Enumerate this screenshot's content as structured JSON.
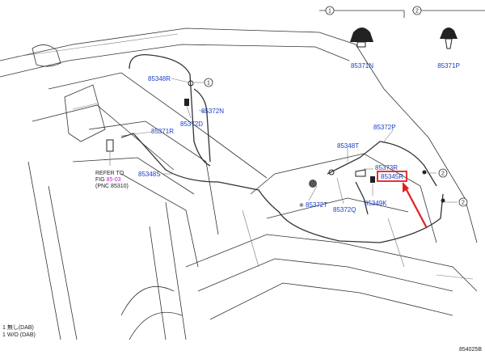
{
  "legend": {
    "box1_number": "1",
    "box2_number": "2",
    "box1_part": "85371N",
    "box2_part": "85371P"
  },
  "parts": {
    "p85348R": "85348R",
    "p85372N": "85372N",
    "p85372D": "85372D",
    "p85371R": "85371R",
    "p85348S": "85348S",
    "p85372P": "85372P",
    "p85348T": "85348T",
    "p85373R": "85373R",
    "p85345R": "85345R",
    "p85349K": "85349K",
    "p85372T": "85372T",
    "p85372Q": "85372Q"
  },
  "callouts": {
    "c1": "1",
    "c2a": "2",
    "c2b": "2"
  },
  "refer": {
    "line1": "REFER TO",
    "fig_prefix": "FIG ",
    "fig_code": "85-03",
    "pnc": "(PNC 85310)"
  },
  "footnotes": {
    "line1": "1 無し(DAB)",
    "line2": "1 W/O (DAB)"
  },
  "figure_id": "854025B",
  "colors": {
    "part_text": "#1a3fc4",
    "highlight_box": "#e02020",
    "arrow": "#e02020",
    "fig_code": "#c020c0"
  }
}
